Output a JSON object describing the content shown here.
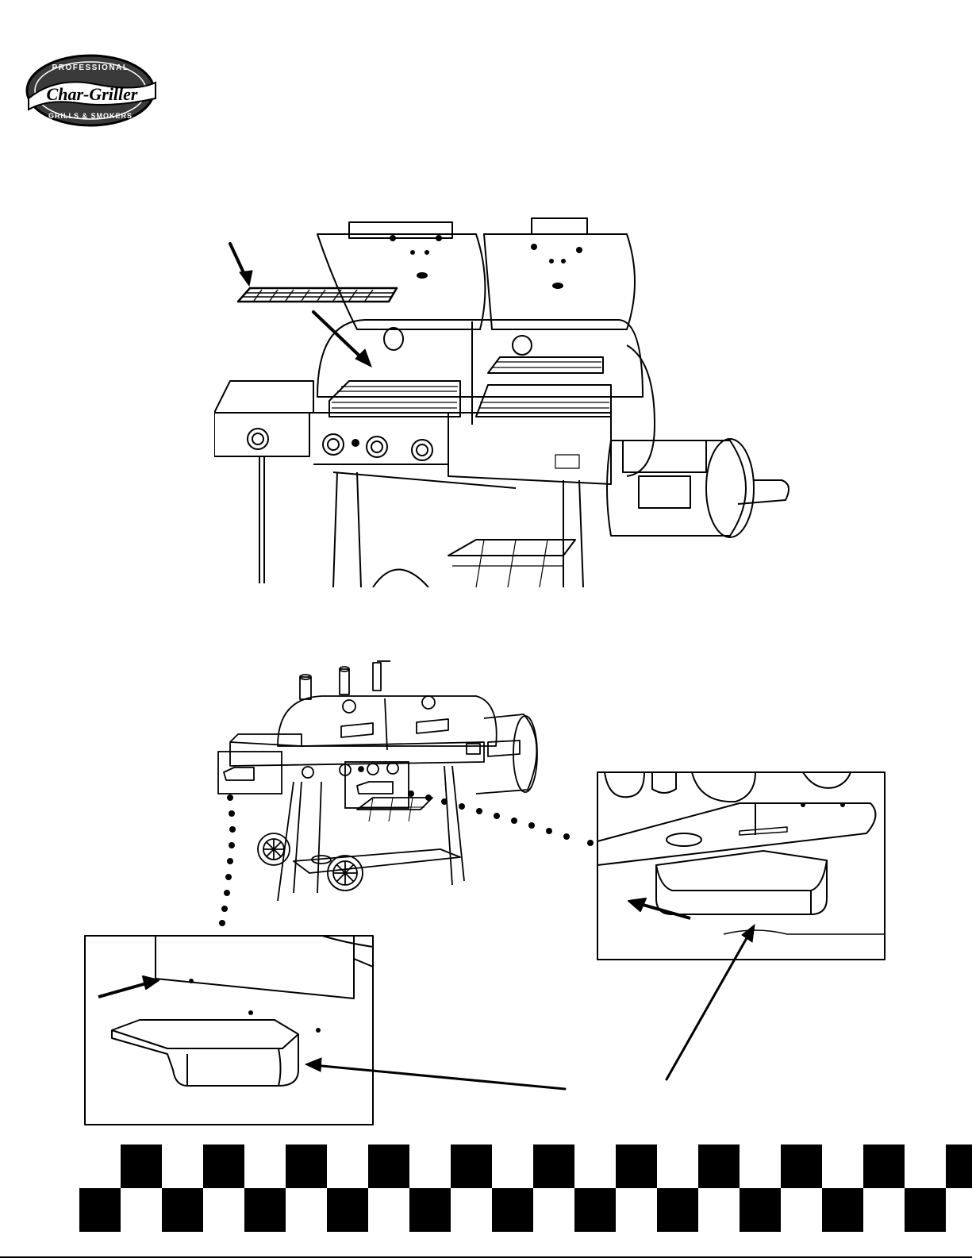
{
  "logo": {
    "top_text": "PROFESSIONAL",
    "brand_text": "Char-Griller",
    "bottom_text": "GRILLS & SMOKERS"
  },
  "figures": {
    "top": {
      "icon": "grill-warming-rack-install-illustration"
    },
    "bottom": {
      "icon": "grill-grease-pan-install-illustration"
    }
  },
  "colors": {
    "ink": "#000000",
    "paper": "#ffffff",
    "logo_fill": "#3a3a3a"
  }
}
